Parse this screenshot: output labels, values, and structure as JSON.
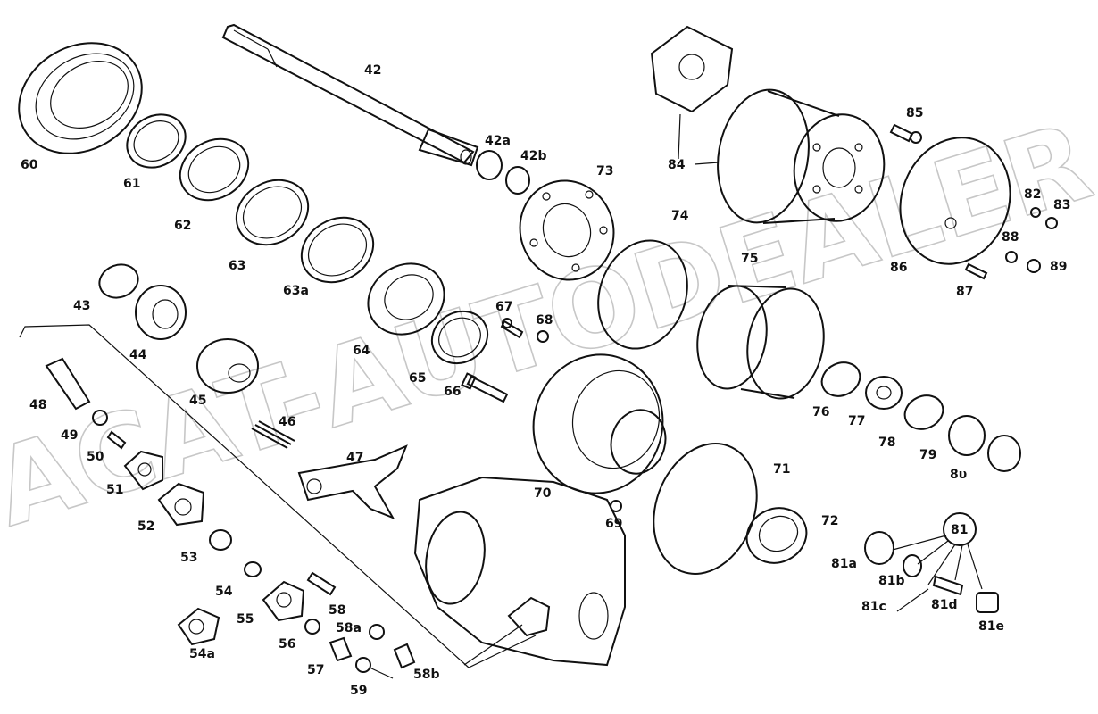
{
  "watermark": "ACAT-AUTODEALER.RU",
  "labels": {
    "l60": "60",
    "l61": "61",
    "l62": "62",
    "l63": "63",
    "l63a": "63a",
    "l42": "42",
    "l42a": "42a",
    "l42b": "42b",
    "l43": "43",
    "l44": "44",
    "l45": "45",
    "l46": "46",
    "l47": "47",
    "l48": "48",
    "l49": "49",
    "l50": "50",
    "l51": "51",
    "l52": "52",
    "l53": "53",
    "l54": "54",
    "l54a": "54a",
    "l55": "55",
    "l56": "56",
    "l57": "57",
    "l58": "58",
    "l58a": "58a",
    "l58b": "58b",
    "l59": "59",
    "l64": "64",
    "l65": "65",
    "l66": "66",
    "l67": "67",
    "l68": "68",
    "l69": "69",
    "l70": "70",
    "l71": "71",
    "l72": "72",
    "l73": "73",
    "l74": "74",
    "l75": "75",
    "l76": "76",
    "l77": "77",
    "l78": "78",
    "l79": "79",
    "l80": "8υ",
    "l81": "81",
    "l81a": "81a",
    "l81b": "81b",
    "l81c": "81c",
    "l81d": "81d",
    "l81e": "81e",
    "l82": "82",
    "l83": "83",
    "l84": "84",
    "l85": "85",
    "l86": "86",
    "l87": "87",
    "l88": "88",
    "l89": "89"
  }
}
